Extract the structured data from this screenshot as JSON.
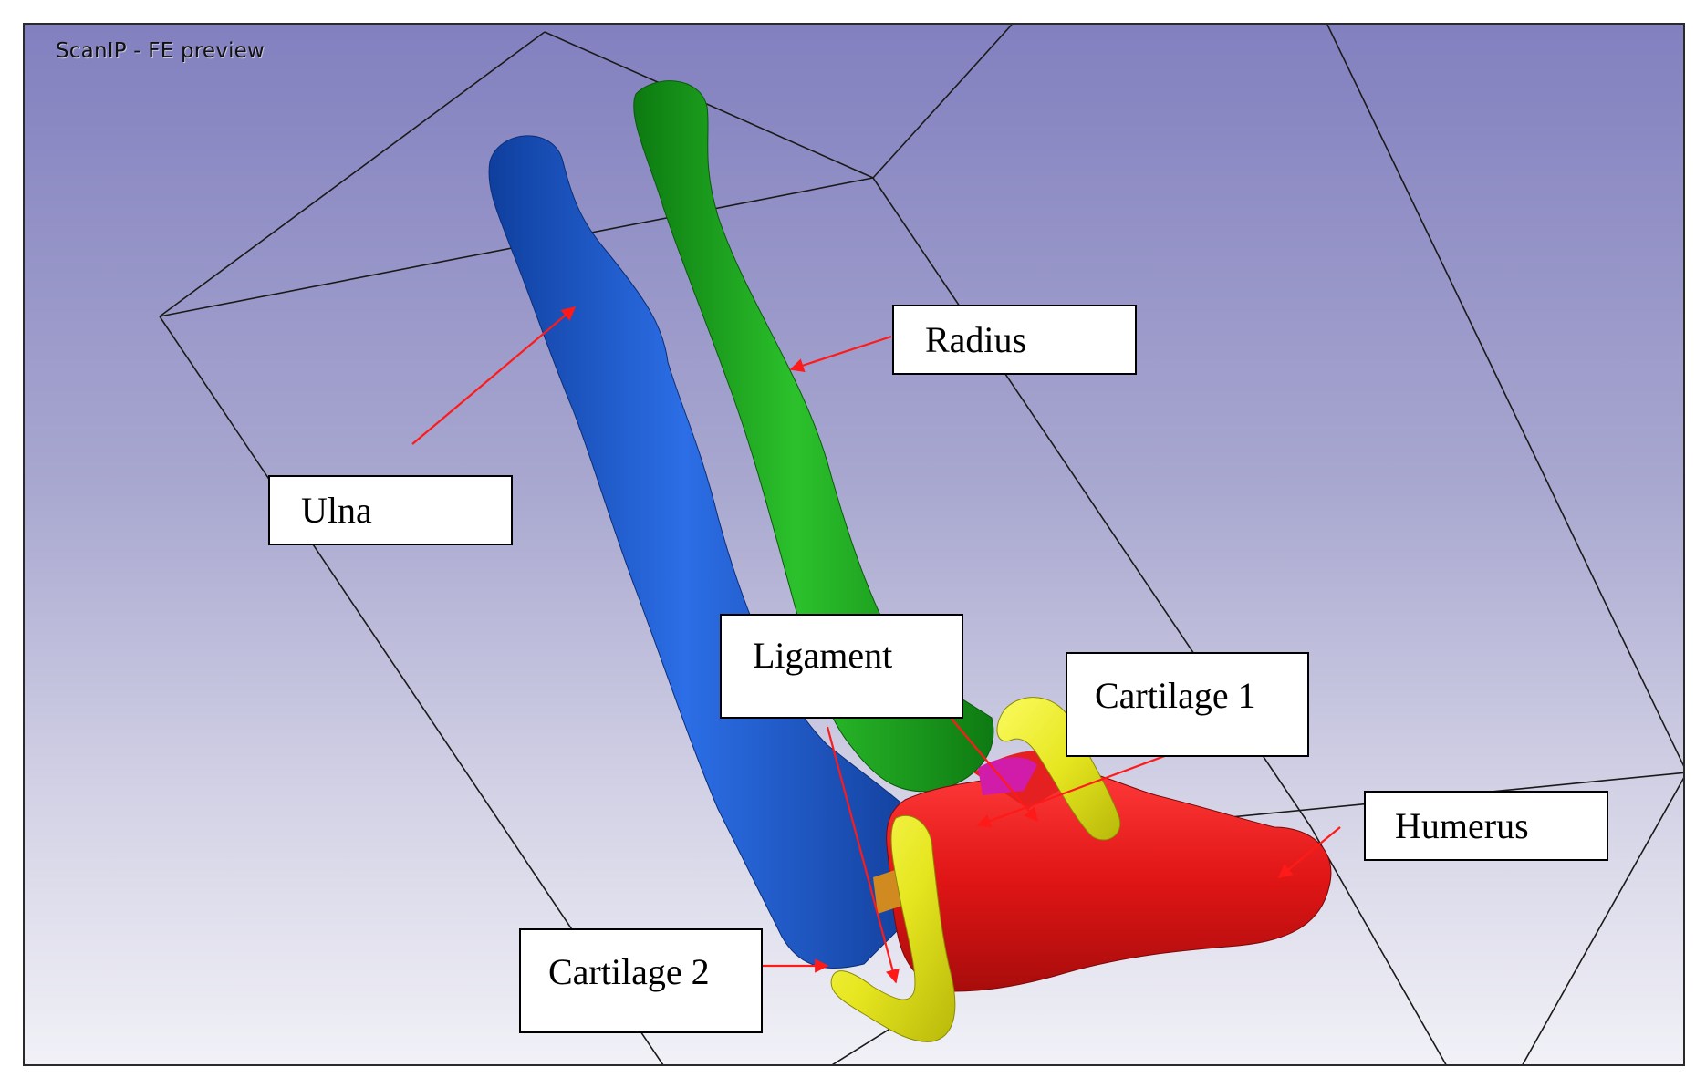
{
  "window": {
    "title": "ScanIP - FE preview"
  },
  "labels": {
    "radius": "Radius",
    "ulna": "Ulna",
    "ligament": "Ligament",
    "cartilage_1": "Cartilage 1",
    "cartilage_2": "Cartilage 2",
    "humerus": "Humerus"
  },
  "colors": {
    "ulna": "#1e5bd2",
    "radius": "#1fa21f",
    "humerus": "#d81616",
    "cartilage": "#e6e61e",
    "ligament": "#d01ca8",
    "arrow": "#ff1a1a",
    "bounding_box": "#1a1a1a"
  }
}
